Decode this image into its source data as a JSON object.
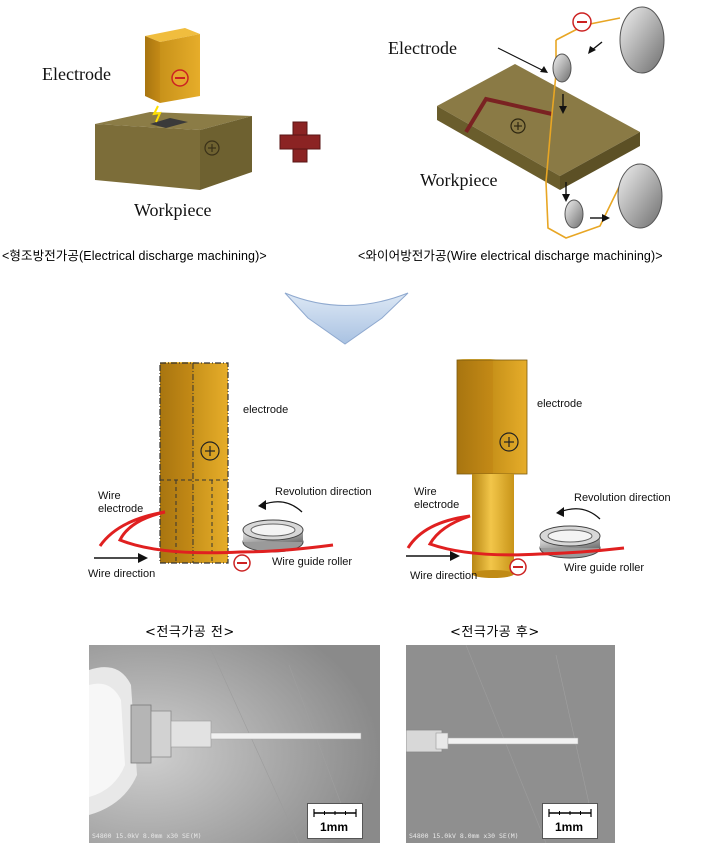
{
  "top": {
    "edm": {
      "electrode_label": "Electrode",
      "workpiece_label": "Workpiece",
      "caption": "<형조방전가공(Electrical discharge machining)>"
    },
    "wire_edm": {
      "electrode_label": "Electrode",
      "workpiece_label": "Workpiece",
      "caption": "<와이어방전가공(Wire electrical discharge machining)>"
    }
  },
  "process": {
    "before": {
      "electrode_label": "electrode",
      "wire_electrode_label": "Wire\nelectrode",
      "revolution_label": "Revolution direction",
      "wire_direction_label": "Wire direction",
      "roller_label": "Wire guide roller"
    },
    "after": {
      "electrode_label": "electrode",
      "wire_electrode_label": "Wire\nelectrode",
      "revolution_label": "Revolution direction",
      "wire_direction_label": "Wire direction",
      "roller_label": "Wire guide roller"
    }
  },
  "sem": {
    "before": {
      "caption": "<전극가공 전>",
      "meta": "S4800 15.0kV 8.0mm x30 SE(M)",
      "scale": "1mm"
    },
    "after": {
      "caption": "<전극가공 후>",
      "meta": "S4800 15.0kV 8.0mm x30 SE(M)",
      "scale": "1mm"
    }
  },
  "colors": {
    "gold": "#e0a21c",
    "olive": "#8a7a45",
    "wire_red": "#e02020",
    "plus_mark": "#8b2323",
    "arrow_blue": "#b8cde8"
  }
}
